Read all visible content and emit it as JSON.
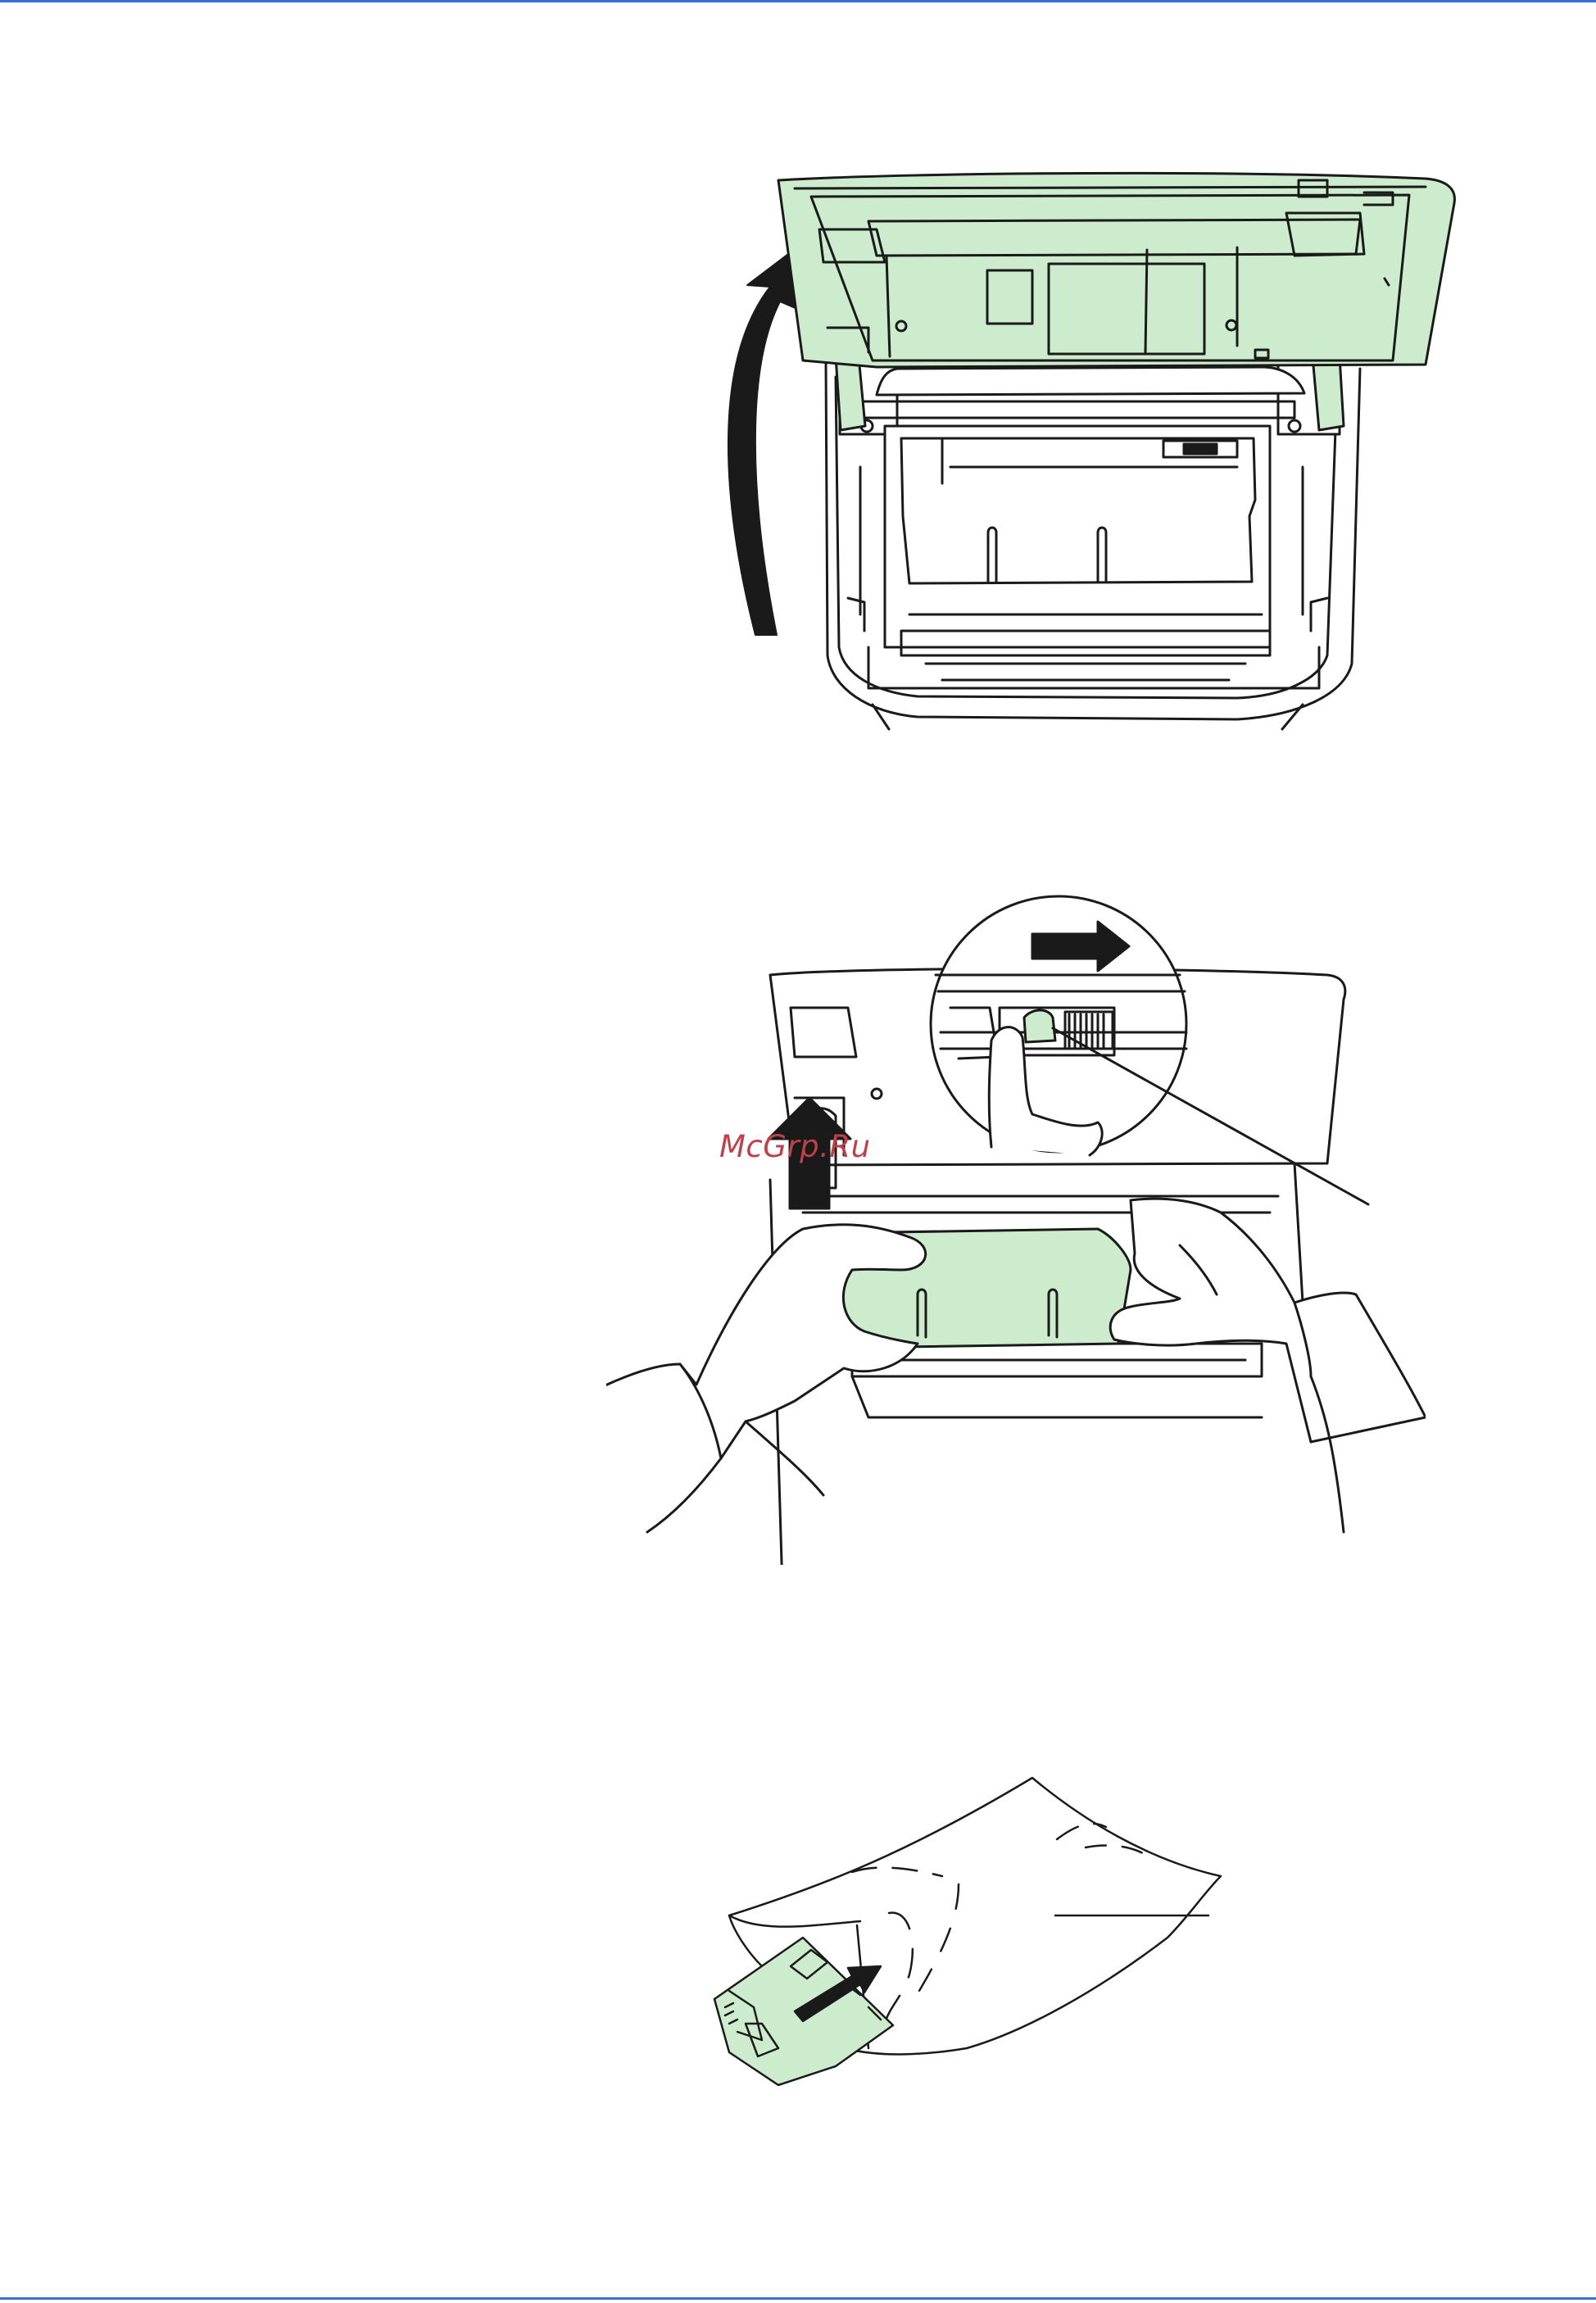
{
  "page": {
    "rule_color": "#3c6fd6",
    "line_color": "#1a1a1a",
    "fill_color": "#cdebcd",
    "background": "#ffffff"
  },
  "watermark": {
    "text": "McGrp.Ru",
    "color": "#c0404a"
  },
  "figures": [
    {
      "id": "figure-open-top-cover",
      "arrow": "up-curved"
    },
    {
      "id": "figure-remove-developer-unit",
      "arrow": "up",
      "callout": "lock-lever-slide-right"
    },
    {
      "id": "figure-bag-developer-unit",
      "arrow": "into-bag"
    }
  ]
}
